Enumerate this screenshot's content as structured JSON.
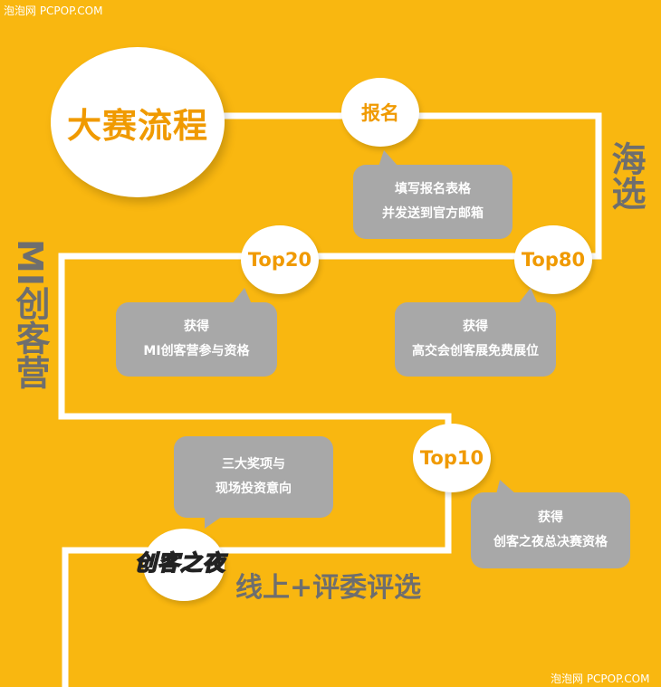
{
  "watermark_top": "泡泡网 PCPOP.COM",
  "watermark_bottom": "泡泡网 PCPOP.COM",
  "title": "大赛流程",
  "nodes": {
    "signup": "报名",
    "top80": "Top80",
    "top20": "Top20",
    "top10": "Top10"
  },
  "bubbles": {
    "signup": {
      "line1": "填写报名表格",
      "line2": "并发送到官方邮箱"
    },
    "top80": {
      "line1": "获得",
      "line2": "高交会创客展免费展位"
    },
    "top20": {
      "line1": "获得",
      "line2": "MI创客营参与资格"
    },
    "top10": {
      "line1": "获得",
      "line2": "创客之夜总决赛资格"
    },
    "night": {
      "line1": "三大奖项与",
      "line2": "现场投资意向"
    }
  },
  "stages": {
    "haixuan": "海选",
    "mi_camp": "MI创客营",
    "online": "线上+评委评选"
  },
  "logo_text": "创客之夜",
  "colors": {
    "background": "#f9b710",
    "accent": "#f09a00",
    "bubble": "#a8a8a8",
    "stage_text": "#6e6e6e"
  }
}
